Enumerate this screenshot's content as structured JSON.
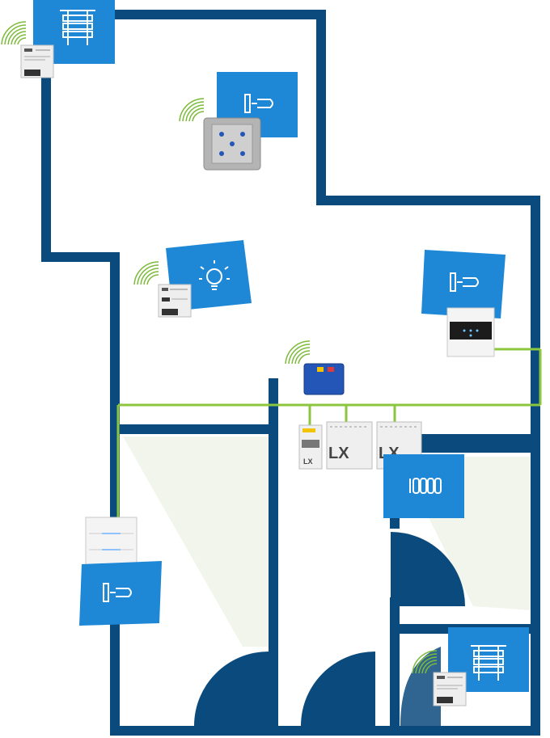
{
  "colors": {
    "wall": "#0a4a7c",
    "tile": "#1e88d6",
    "bus": "#8cc63f",
    "beam": "#f1f5ec",
    "device_light": "#eeeeee",
    "keypad_dark": "#1c1c1c",
    "motor_blue": "#2456b8",
    "wifi": "#7dbb3c"
  },
  "tiles": [
    {
      "name": "blind-tile-top",
      "icon": "blind-icon"
    },
    {
      "name": "button-tile-upper",
      "icon": "push-button-icon"
    },
    {
      "name": "light-tile",
      "icon": "light-bulb-icon"
    },
    {
      "name": "button-tile-right",
      "icon": "push-button-icon"
    },
    {
      "name": "radiator-tile",
      "icon": "radiator-icon"
    },
    {
      "name": "button-tile-lower",
      "icon": "push-button-icon"
    },
    {
      "name": "blind-tile-bottom",
      "icon": "blind-icon"
    }
  ],
  "devices": {
    "lx_brand": "LX",
    "lx_brand_second": "LX",
    "din_left_brand": "LX"
  }
}
